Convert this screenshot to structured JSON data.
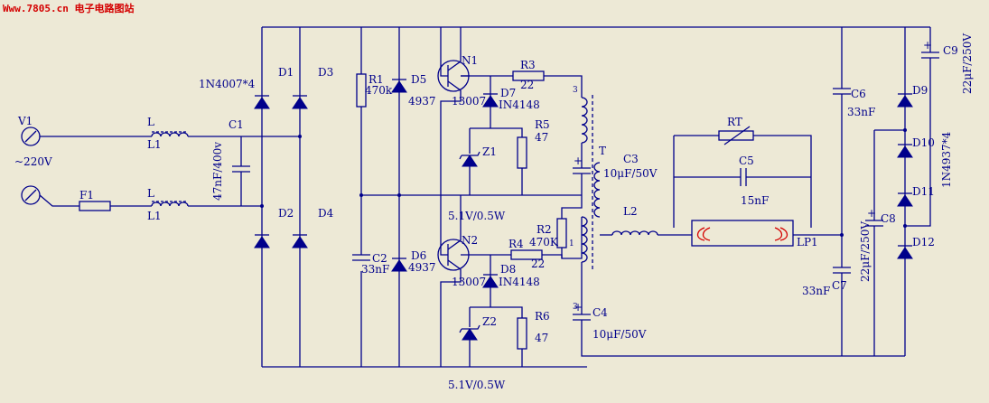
{
  "watermark": "Www.7805.cn 电子电路图站",
  "labels": {
    "v1": "V1",
    "v_in": "~220V",
    "l_a": "L",
    "l1_a": "L1",
    "l_b": "L",
    "l1_b": "L1",
    "f1": "F1",
    "c1": "C1",
    "c1_val": "47nF/400v",
    "bridge": "1N4007*4",
    "d1": "D1",
    "d2": "D2",
    "d3": "D3",
    "d4": "D4",
    "r1": "R1",
    "r1_val": "470k",
    "c2": "C2",
    "c2_val": "33nF",
    "d5": "D5",
    "d5_val": "4937",
    "d6": "D6",
    "d6_val": "4937",
    "n1": "N1",
    "n1_val": "13007",
    "n2": "N2",
    "n2_val": "13007",
    "d7": "D7",
    "d7_val": "IN4148",
    "d8": "D8",
    "d8_val": "IN4148",
    "r3": "R3",
    "r3_val": "22",
    "r4": "R4",
    "r4_val": "22",
    "r5": "R5",
    "r5_val": "47",
    "r6": "R6",
    "r6_val": "47",
    "z1": "Z1",
    "z2": "Z2",
    "zener1_val": "5.1V/0.5W",
    "zener2_val": "5.1V/0.5W",
    "r2": "R2",
    "r2_val": "470K",
    "t": "T",
    "c3": "C3",
    "c3_val": "10μF/50V",
    "c4": "C4",
    "c4_val": "10μF/50V",
    "pin3a": "3",
    "pin1": "1",
    "pin3b": "3",
    "l2": "L2",
    "rt": "RT",
    "c5": "C5",
    "c5_val": "15nF",
    "lp1": "LP1",
    "c6": "C6",
    "c6_val": "33nF",
    "c7": "C7",
    "c7_val": "33nF",
    "c8": "C8",
    "c8_val": "22μF/250V",
    "c9": "C9",
    "c9_val": "22μF/250V",
    "d9": "D9",
    "d10": "D10",
    "d11": "D11",
    "d12": "D12",
    "d_bank_val": "1N4937*4"
  },
  "colors": {
    "background": "#ede9d6",
    "wire": "#00008b",
    "accent": "#d40000"
  }
}
